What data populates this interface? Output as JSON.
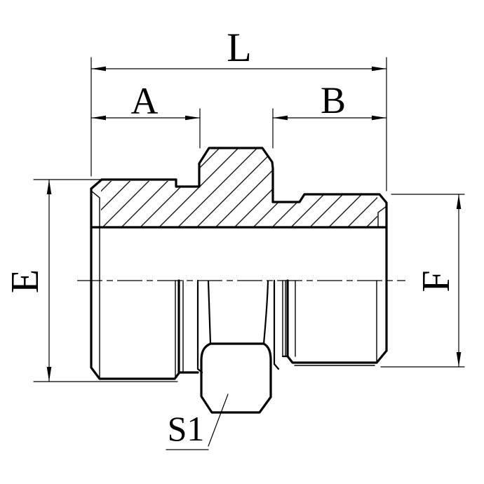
{
  "colors": {
    "background": "#ffffff",
    "line": "#000000",
    "text": "#000000"
  },
  "drawing": {
    "kind": "engineering-dimension-drawing",
    "view": "half-section straight male adapter fitting",
    "labels": {
      "L": "L",
      "A": "A",
      "B": "B",
      "E": "E",
      "F": "F",
      "S1": "S1"
    }
  }
}
